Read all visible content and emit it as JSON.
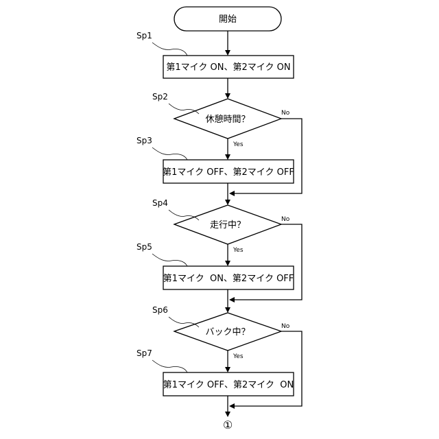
{
  "flowchart": {
    "start": "開始",
    "steps": {
      "sp1": {
        "label": "Sp1",
        "text": "第1マイク ON、第2マイク ON"
      },
      "sp2": {
        "label": "Sp2",
        "text": "休憩時間？"
      },
      "sp3": {
        "label": "Sp3",
        "text": "第1マイク OFF、第2マイク OFF"
      },
      "sp4": {
        "label": "Sp4",
        "text": "走行中？"
      },
      "sp5": {
        "label": "Sp5",
        "text": "第1マイク  ON、第2マイク OFF"
      },
      "sp6": {
        "label": "Sp6",
        "text": "バック中？"
      },
      "sp7": {
        "label": "Sp7",
        "text": "第1マイク OFF、第2マイク  ON"
      }
    },
    "branch": {
      "yes": "Yes",
      "no": "No"
    },
    "connector": "①"
  }
}
